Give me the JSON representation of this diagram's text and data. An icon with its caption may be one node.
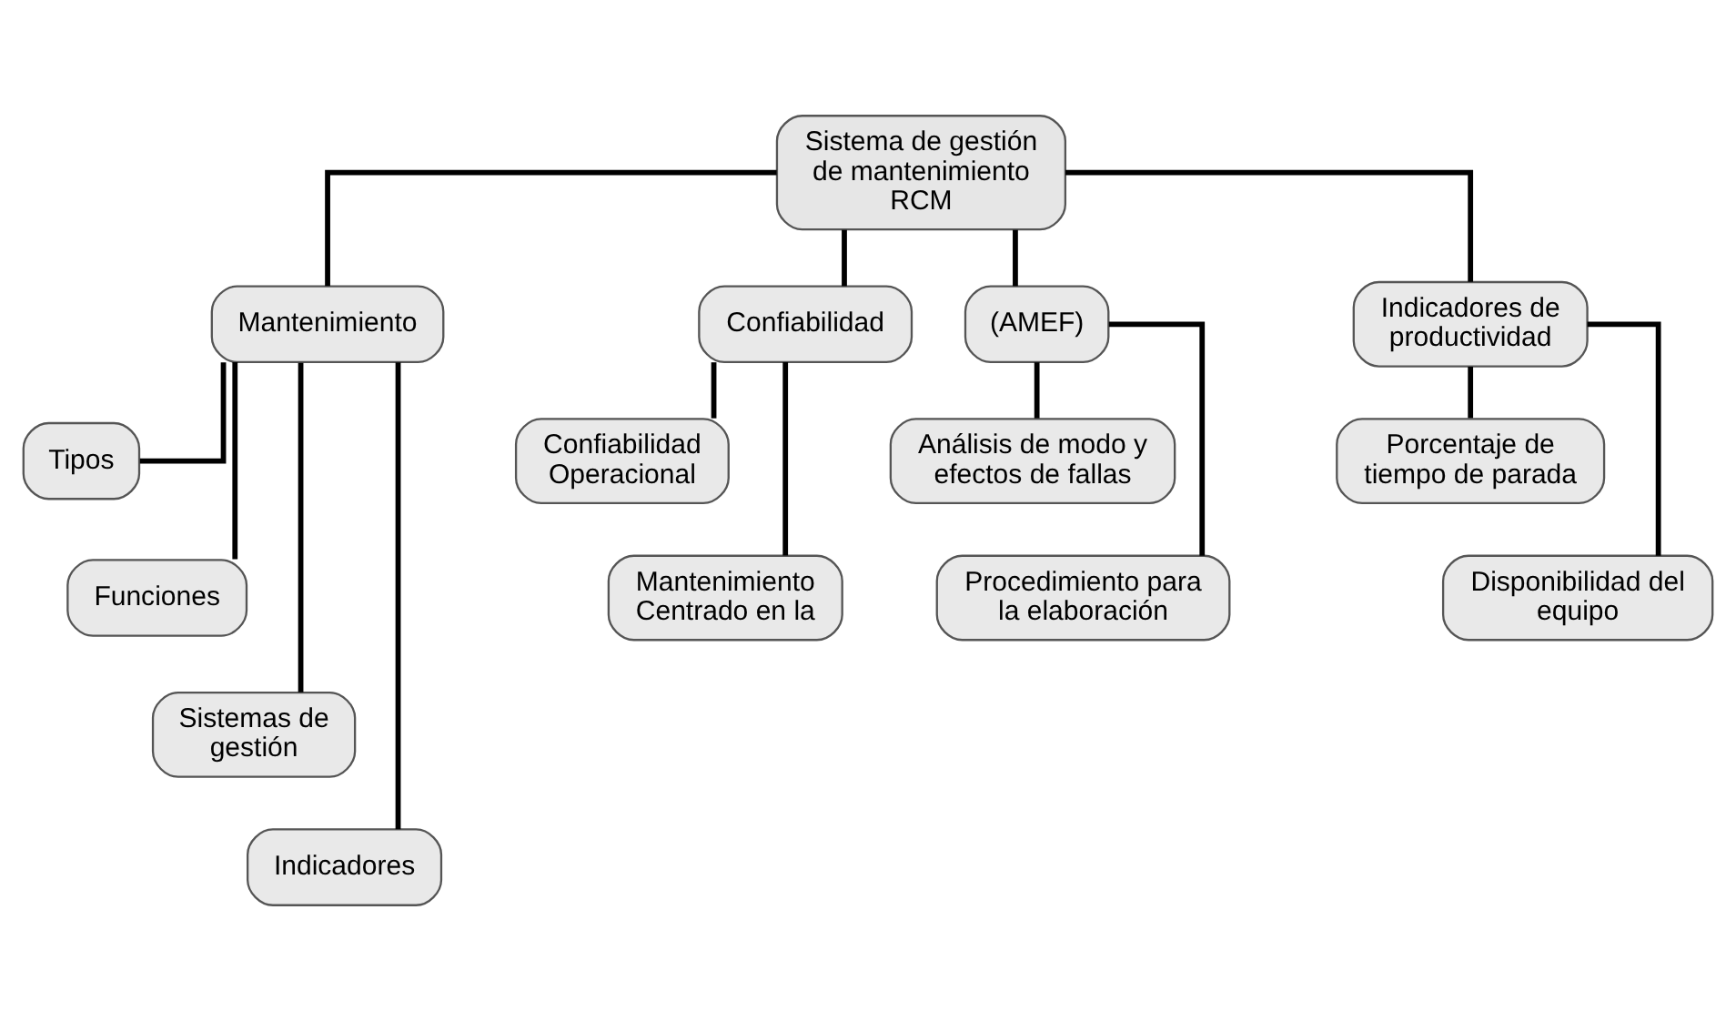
{
  "diagram": {
    "nodes": [
      {
        "text": [
          "Sistema de gestión de mantenimiento RCM"
        ]
      },
      {
        "text": [
          "Mantenimiento"
        ]
      },
      {
        "text": [
          "Tipos"
        ]
      },
      {
        "text": [
          "Funciones"
        ]
      },
      {
        "text": [
          "Sistemas de gestión"
        ]
      },
      {
        "text": [
          "Indicadores"
        ]
      },
      {
        "text": [
          "Confiabilidad"
        ]
      },
      {
        "text": [
          "Confiabilidad Operacional"
        ]
      },
      {
        "text": [
          "Mantenimiento Centrado en la"
        ]
      },
      {
        "text": [
          "(AMEF)"
        ]
      },
      {
        "text": [
          "Análisis de modo y efectos de fallas"
        ]
      },
      {
        "text": [
          "Procedimiento para la elaboración"
        ]
      },
      {
        "text": [
          "Indicadores de productividad"
        ]
      },
      {
        "text": [
          "Porcentaje de tiempo de parada"
        ]
      },
      {
        "text": [
          "Disponibilidad del equipo"
        ]
      }
    ],
    "edges": [
      {
        "from": 0,
        "to": 1,
        "arrow": "none"
      },
      {
        "from": 0,
        "to": 6,
        "arrow": "none"
      },
      {
        "from": 0,
        "to": 9,
        "arrow": "none"
      },
      {
        "from": 0,
        "to": 12,
        "arrow": "none"
      },
      {
        "from": 1,
        "to": 2,
        "arrow": "none"
      },
      {
        "from": 1,
        "to": 3,
        "arrow": "none"
      },
      {
        "from": 1,
        "to": 4,
        "arrow": "none"
      },
      {
        "from": 1,
        "to": 5,
        "arrow": "none"
      },
      {
        "from": 6,
        "to": 7,
        "arrow": "none"
      },
      {
        "from": 6,
        "to": 8,
        "arrow": "none"
      },
      {
        "from": 9,
        "to": 10,
        "arrow": "none"
      },
      {
        "from": 9,
        "to": 11,
        "arrow": "none"
      },
      {
        "from": 12,
        "to": 13,
        "arrow": "none"
      },
      {
        "from": 12,
        "to": 14,
        "arrow": "none"
      }
    ]
  }
}
